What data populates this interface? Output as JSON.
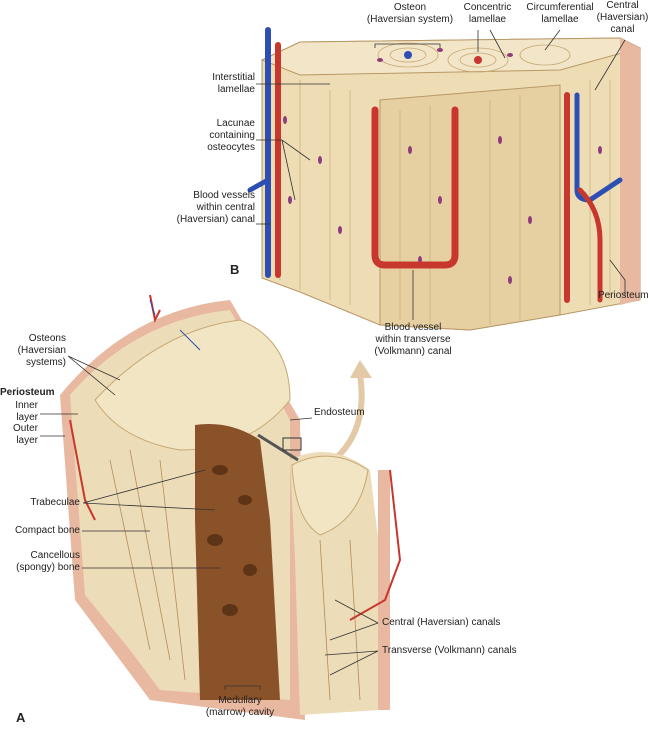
{
  "panel_b": {
    "letter": "B",
    "labels": {
      "osteon": "Osteon\n(Haversian system)",
      "concentric": "Concentric\nlamellae",
      "circumferential": "Circumferential\nlamellae",
      "central_canal": "Central\n(Haversian)\ncanal",
      "interstitial": "Interstitial\nlamellae",
      "lacunae": "Lacunae\ncontaining\nosteocytes",
      "blood_vessels": "Blood vessels\nwithin central\n(Haversian) canal",
      "periosteum": "Periosteum",
      "volkmann_vessel": "Blood vessel\nwithin transverse\n(Volkmann) canal"
    }
  },
  "panel_a": {
    "letter": "A",
    "labels": {
      "osteons": "Osteons\n(Haversian\nsystems)",
      "periosteum": "Periosteum",
      "inner_layer": "Inner\nlayer",
      "outer_layer": "Outer\nlayer",
      "endosteum": "Endosteum",
      "trabeculae": "Trabeculae",
      "compact_bone": "Compact bone",
      "cancellous": "Cancellous\n(spongy) bone",
      "central_canals": "Central (Haversian) canals",
      "transverse_canals": "Transverse (Volkmann) canals",
      "medullary": "Medullary\n(marrow) cavity"
    }
  },
  "colors": {
    "bone": "#eedcb4",
    "bone_dark": "#d9bf8c",
    "marrow": "#8a5228",
    "artery": "#c8372d",
    "vein": "#2d4fb3",
    "periosteum": "#e8b9a0",
    "osteocyte": "#8e3c7a"
  }
}
